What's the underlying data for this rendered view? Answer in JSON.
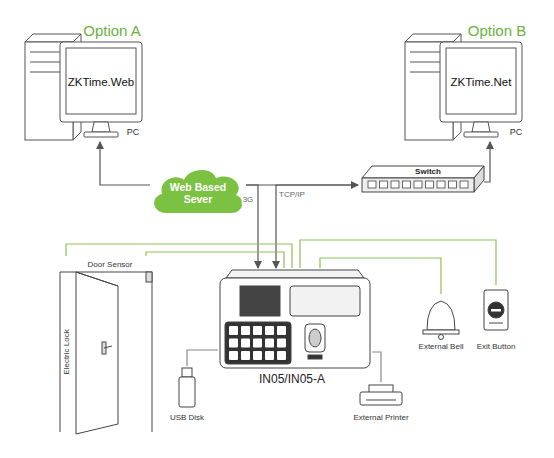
{
  "diagram": {
    "nodes": [
      {
        "text": [
          "Option A",
          "ZKTime.Web",
          "PC"
        ]
      },
      {
        "text": [
          "Option B",
          "ZKTime.Net",
          "PC"
        ]
      },
      {
        "text": [
          "Web Based Sever"
        ]
      },
      {
        "text": [
          "Switch"
        ]
      },
      {
        "text": [
          "IN05/IN05-A"
        ]
      },
      {
        "text": [
          "Door Sensor",
          "Electric Lock"
        ]
      },
      {
        "text": [
          "USB Disk"
        ]
      },
      {
        "text": [
          "External Printer"
        ]
      },
      {
        "text": [
          "External Bell"
        ]
      },
      {
        "text": [
          "Exit Button"
        ]
      }
    ],
    "edges": [
      {
        "from": 2,
        "to": 0,
        "arrow": "to"
      },
      {
        "from": 2,
        "to": 3,
        "arrow": "to"
      },
      {
        "from": 3,
        "to": 1,
        "arrow": "to"
      },
      {
        "from": 2,
        "to": 4,
        "label": "3G",
        "arrow": "to"
      },
      {
        "from": 3,
        "to": 4,
        "label": "TCP/IP",
        "arrow": "to"
      },
      {
        "from": 4,
        "to": 5,
        "arrow": "none"
      },
      {
        "from": 4,
        "to": 5,
        "arrow": "none"
      },
      {
        "from": 4,
        "to": 8,
        "arrow": "none"
      },
      {
        "from": 4,
        "to": 9,
        "arrow": "none"
      },
      {
        "from": 4,
        "to": 6,
        "arrow": "none"
      },
      {
        "from": 4,
        "to": 7,
        "arrow": "none"
      }
    ]
  }
}
